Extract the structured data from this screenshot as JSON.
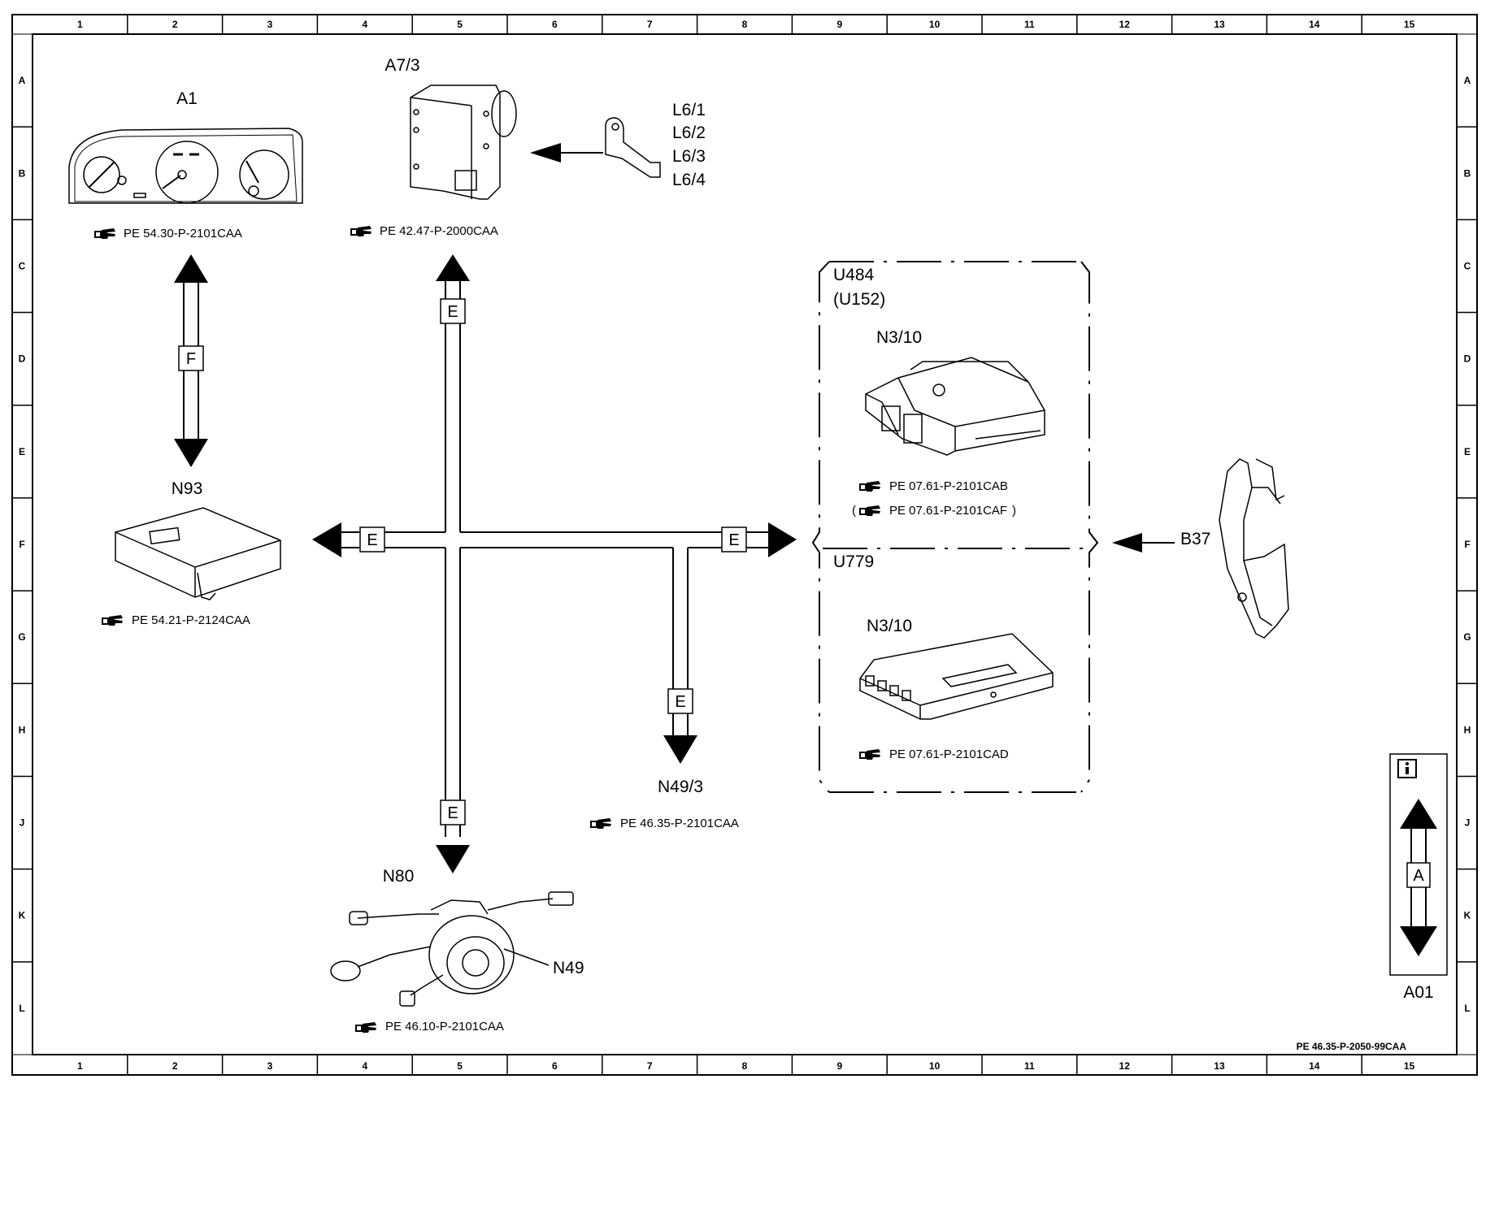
{
  "frame": {
    "columns": [
      "1",
      "2",
      "3",
      "4",
      "5",
      "6",
      "7",
      "8",
      "9",
      "10",
      "11",
      "12",
      "13",
      "14",
      "15"
    ],
    "rows": [
      "A",
      "B",
      "C",
      "D",
      "E",
      "F",
      "G",
      "H",
      "J",
      "K",
      "L"
    ]
  },
  "components": {
    "a1": {
      "label": "A1",
      "ref": "PE 54.30-P-2101CAA"
    },
    "a7_3": {
      "label": "A7/3",
      "ref": "PE 42.47-P-2000CAA"
    },
    "l6": {
      "labels": [
        "L6/1",
        "L6/2",
        "L6/3",
        "L6/4"
      ]
    },
    "n93": {
      "label": "N93",
      "ref": "PE 54.21-P-2124CAA"
    },
    "u484": {
      "label": "U484",
      "alt": "(U152)"
    },
    "n3_10_top": {
      "label": "N3/10",
      "ref": "PE 07.61-P-2101CAB",
      "ref_alt": "PE 07.61-P-2101CAF",
      "paren_open": "(",
      "paren_close": ")"
    },
    "u779": {
      "label": "U779"
    },
    "n3_10_bottom": {
      "label": "N3/10",
      "ref": "PE 07.61-P-2101CAD"
    },
    "b37": {
      "label": "B37"
    },
    "n49_3": {
      "label": "N49/3",
      "ref": "PE 46.35-P-2101CAA"
    },
    "n80": {
      "label": "N80",
      "ref": "PE 46.10-P-2101CAA"
    },
    "n49": {
      "label": "N49"
    }
  },
  "buses": {
    "f": "F",
    "e": "E"
  },
  "legend": {
    "bus": "A",
    "label": "A01",
    "info_icon": "info-icon"
  },
  "footer": {
    "doc_ref": "PE 46.35-P-2050-99CAA"
  }
}
